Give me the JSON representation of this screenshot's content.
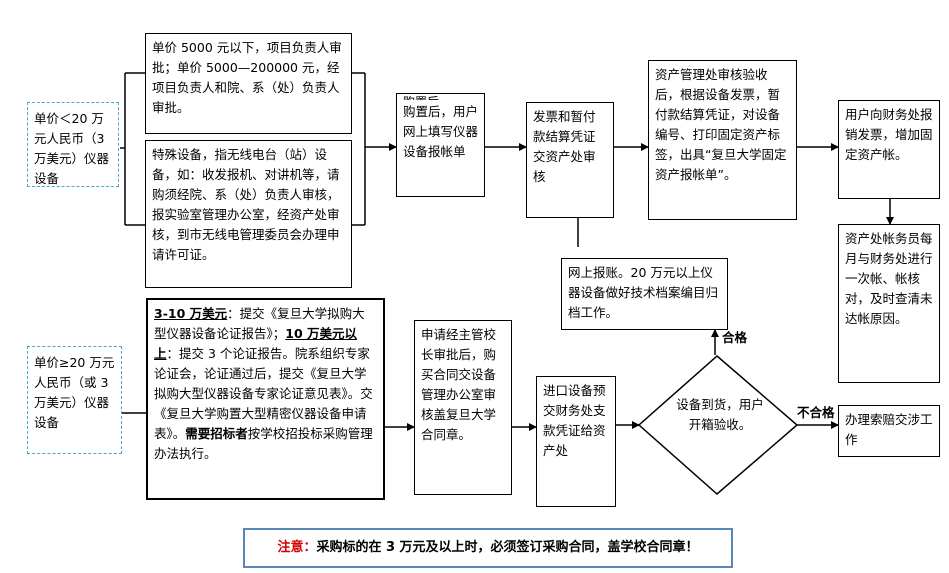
{
  "inputs": {
    "low_value": "单价＜20 万元人民币（3 万美元）仪器设备",
    "high_value": "单价≥20 万元人民币（或 3 万美元）仪器设备"
  },
  "approval": {
    "under_5000": "单价 5000 元以下，项目负责人审批；单价 5000—200000 元，经项目负责人和院、系（处）负责人审批。",
    "special": "特殊设备，指无线电台（站）设备，如：收发报机、对讲机等，请购须经院、系（处）负责人审核，报实验室管理办公室，经资产处审核，到市无线电管理委员会办理申请许可证。",
    "large_part1": "3-10 万美元",
    "large_part2": "：提交《复旦大学拟购大型仪器设备论证报告》；",
    "large_part3": "10 万美元以上",
    "large_part4": "：提交 3 个论证报告。院系组织专家论证会，论证通过后，提交《复旦大学拟购大型仪器设备专家论证意见表》。交《复旦大学购置大型精密仪器设备申请表》。",
    "large_part5": "需要招标者",
    "large_part6": "按学校招投标采购管理办法执行。"
  },
  "steps": {
    "purchase_hidden": "购置后",
    "purchase": "购置后，用户网上填写仪器设备报帐单",
    "invoice": "发票和暂付款结算凭证交资产处审核",
    "asset_review": "资产管理处审核验收后，根据设备发票，暂付款结算凭证，对设备编号、打印固定资产标签，出具“复旦大学固定资产报帐单”。",
    "reimburse": "用户向财务处报销发票，增加固定资产帐。",
    "reconcile": "资产处帐务员每月与财务处进行一次帐、帐核对，及时查清未达帐原因。",
    "online_report": "网上报账。20 万元以上仪器设备做好技术档案编目归档工作。",
    "contract": "申请经主管校长审批后，购买合同交设备管理办公室审核盖复旦大学合同章。",
    "import_pay": "进口设备预交财务处支款凭证给资产处",
    "arrival": "设备到货，用户开箱验收。",
    "claim": "办理索赔交涉工作"
  },
  "labels": {
    "pass": "合格",
    "fail": "不合格"
  },
  "note": {
    "prefix": "注意：",
    "text": "采购标的在 3 万元及以上时，必须签订采购合同，盖学校合同章！"
  }
}
